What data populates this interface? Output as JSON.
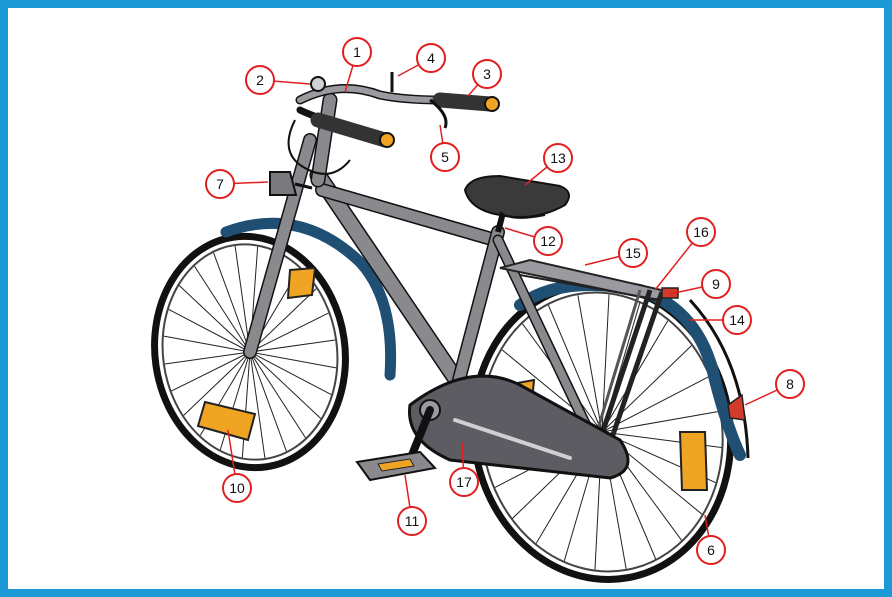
{
  "colors": {
    "border": "#1c9ad6",
    "label_ring": "#e02020",
    "frame": "#8a8a8e",
    "fender": "#1f4f73",
    "reflector": "#f0a424",
    "chain_guard": "#5c5c62",
    "saddle": "#3a3a3a"
  },
  "labels": [
    {
      "n": "1"
    },
    {
      "n": "2"
    },
    {
      "n": "3"
    },
    {
      "n": "4"
    },
    {
      "n": "5"
    },
    {
      "n": "6"
    },
    {
      "n": "7"
    },
    {
      "n": "8"
    },
    {
      "n": "9"
    },
    {
      "n": "10"
    },
    {
      "n": "11"
    },
    {
      "n": "12"
    },
    {
      "n": "13"
    },
    {
      "n": "14"
    },
    {
      "n": "15"
    },
    {
      "n": "16"
    },
    {
      "n": "17"
    }
  ]
}
